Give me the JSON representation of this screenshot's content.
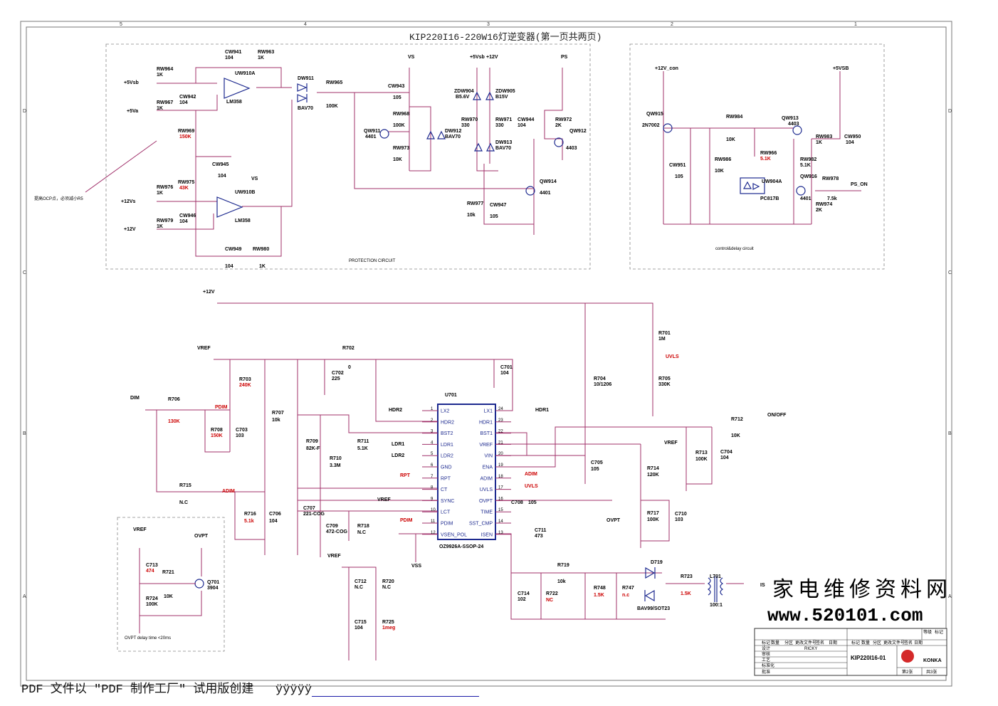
{
  "title": "KIP220I16-220W16灯逆变器(第一页共两页)",
  "border_cols": [
    "5",
    "4",
    "3",
    "2",
    "1"
  ],
  "border_rows": [
    "D",
    "C",
    "B",
    "A"
  ],
  "sections": {
    "protection": "PROTECTION CIRCUIT",
    "control": "control&delay circuit",
    "ovpt": "OVPT delay time <20ms"
  },
  "note": "提高OCP点，必须减小R5",
  "protection_labels": {
    "cw941": "CW941",
    "cw941v": "104",
    "rw963": "RW963",
    "rw963v": "1K",
    "rw964": "RW964",
    "rw964v": "1K",
    "p5vsb": "+5Vsb",
    "uw910a": "UW910A",
    "cw942": "CW942",
    "cw942v": "104",
    "rw967": "RW967",
    "rw967v": "1K",
    "p5va": "+5Va",
    "lm358a": "LM358",
    "rw969": "RW969",
    "rw969v": "150K",
    "cw945": "CW945",
    "cw945v": "104",
    "vs": "VS",
    "uw910b": "UW910B",
    "rw975": "RW975",
    "rw975v": "43K",
    "rw976": "RW976",
    "rw976v": "1K",
    "p12vs": "+12Vs",
    "cw946": "CW946",
    "cw946v": "104",
    "rw979": "RW979",
    "rw979v": "1K",
    "p12v": "+12V",
    "lm358b": "LM358",
    "cw949": "CW949",
    "cw949v": "104",
    "rw980": "RW980",
    "rw980v": "1K",
    "dw911": "DW911",
    "bav70a": "BAV70",
    "rw965": "RW965",
    "rw965v": "100K",
    "cw943": "CW943",
    "cw943v": "105",
    "vs2": "VS",
    "rw968": "RW968",
    "rw968v": "100K",
    "qw911": "QW911",
    "qw911v": "4401",
    "dw912": "DW912",
    "bav70b": "BAV70",
    "rw973": "RW973",
    "rw973v": "10K",
    "p5vsb2": "+5Vsb",
    "p12v2": "+12V",
    "zdw904": "ZDW904",
    "b56v": "B5.6V",
    "zdw905": "ZDW905",
    "b15v": "B15V",
    "rw970": "RW970",
    "rw970v": "330",
    "rw971": "RW971",
    "rw971v": "330",
    "dw913": "DW913",
    "bav70c": "BAV70",
    "ps": "PS",
    "cw944": "CW944",
    "cw944v": "104",
    "rw972": "RW972",
    "rw972v": "2K",
    "qw912": "QW912",
    "qw912v": "4403",
    "qw914": "QW914",
    "qw914v": "4401",
    "rw977": "RW977",
    "rw977v": "10k",
    "cw947": "CW947",
    "cw947v": "105"
  },
  "control_labels": {
    "p12vcon": "+12V_con",
    "p5vsb3": "+5VSB",
    "qw915": "QW915",
    "n7002": "2N7002",
    "rw984": "RW984",
    "rw984v": "10K",
    "qw913": "QW913",
    "qw913v": "4403",
    "rw983": "RW983",
    "rw983v": "1K",
    "cw950": "CW950",
    "cw950v": "104",
    "cw951": "CW951",
    "cw951v": "105",
    "rw986": "RW986",
    "rw986v": "10K",
    "rw966": "RW966",
    "rw966v": "5.1K",
    "rw982": "RW982",
    "rw982v": "5.1K",
    "uw904a": "UW904A",
    "pc817b": "PC817B",
    "qw916": "QW916",
    "qw916v": "4401",
    "rw978": "RW978",
    "rw978v": "7.5k",
    "pson": "PS_ON",
    "rw974": "RW974",
    "rw974v": "2K"
  },
  "main_labels": {
    "p12v": "+12V",
    "r701": "R701",
    "r701v": "1M",
    "uvls": "UVLS",
    "r705": "R705",
    "r705v": "330K",
    "vref": "VREF",
    "r702": "R702",
    "r702v": "0",
    "c701": "C701",
    "c701v": "104",
    "r703": "R703",
    "r703v": "240K",
    "c702": "C702",
    "c702v": "225",
    "r704": "R704",
    "r704v": "10/1206",
    "u701": "U701",
    "dim": "DIM",
    "r706": "R706",
    "r706v": "130K",
    "pdim": "PDIM",
    "r708": "R708",
    "r708v": "150K",
    "c703": "C703",
    "c703v": "103",
    "r707": "R707",
    "r707v": "10k",
    "hdr2": "HDR2",
    "hdr1": "HDR1",
    "r709": "R709",
    "r709v": "82K-F",
    "r710": "R710",
    "r710v": "3.3M",
    "r711": "R711",
    "r711v": "5.1K",
    "ldr1": "LDR1",
    "ldr2": "LDR2",
    "rpt": "RPT",
    "r712": "R712",
    "r712v": "10K",
    "onoff": "ON/OFF",
    "r713": "R713",
    "r713v": "100K",
    "c704": "C704",
    "c704v": "104",
    "vref2": "VREF",
    "c705": "C705",
    "c705v": "105",
    "r714": "R714",
    "r714v": "120K",
    "adim": "ADIM",
    "uvls2": "UVLS",
    "r715": "R715",
    "r715v": "N.C",
    "adim2": "ADIM",
    "vref3": "VREF",
    "c708": "C708",
    "c708v": "105",
    "ovpt": "OVPT",
    "r716": "R716",
    "r716v": "5.1k",
    "c706": "C706",
    "c706v": "104",
    "c707": "C707",
    "c707v": "221-COG",
    "c709": "C709",
    "c709v": "472-COG",
    "r718": "R718",
    "r718v": "N.C",
    "pdim2": "PDIM",
    "r717": "R717",
    "r717v": "100K",
    "c710": "C710",
    "c710v": "103",
    "c711": "C711",
    "c711v": "473",
    "chip": "OZ9926A-SSOP-24",
    "vss": "VSS",
    "vref4": "VREF",
    "c712": "C712",
    "c712v": "N.C",
    "r720": "R720",
    "r720v": "N.C",
    "r719": "R719",
    "r719v": "10k",
    "d719": "D719",
    "r723": "R723",
    "r723v": "1.5K",
    "l701": "L701",
    "is": "IS",
    "c714": "C714",
    "c714v": "102",
    "r722": "R722",
    "r722v": "NC",
    "r748": "R748",
    "r748v": "1.5K",
    "r747": "R747",
    "r747v": "n.c",
    "bav99": "BAV99/SOT23",
    "ratio": "100:1",
    "c715": "C715",
    "c715v": "104",
    "r725": "R725",
    "r725v": "1meg"
  },
  "ovpt_labels": {
    "vref": "VREF",
    "ovpt": "OVPT",
    "c713": "C713",
    "c713v": "474",
    "r721": "R721",
    "r721v": "10K",
    "q701": "Q701",
    "q701v": "3904",
    "r724": "R724",
    "r724v": "100K"
  },
  "chip_pins_left": [
    {
      "n": "1",
      "name": "LX2"
    },
    {
      "n": "2",
      "name": "HDR2"
    },
    {
      "n": "3",
      "name": "BST2"
    },
    {
      "n": "4",
      "name": "LDR1"
    },
    {
      "n": "5",
      "name": "LDR2"
    },
    {
      "n": "6",
      "name": "GND"
    },
    {
      "n": "7",
      "name": "RPT"
    },
    {
      "n": "8",
      "name": "CT"
    },
    {
      "n": "9",
      "name": "SYNC"
    },
    {
      "n": "10",
      "name": "LCT"
    },
    {
      "n": "11",
      "name": "PDIM"
    },
    {
      "n": "12",
      "name": "VSEN_POL"
    }
  ],
  "chip_pins_right": [
    {
      "n": "24",
      "name": "LX1"
    },
    {
      "n": "23",
      "name": "HDR1"
    },
    {
      "n": "22",
      "name": "BST1"
    },
    {
      "n": "21",
      "name": "VREF"
    },
    {
      "n": "20",
      "name": "VIN"
    },
    {
      "n": "19",
      "name": "ENA"
    },
    {
      "n": "18",
      "name": "ADIM"
    },
    {
      "n": "17",
      "name": "UVLS"
    },
    {
      "n": "16",
      "name": "OVPT"
    },
    {
      "n": "15",
      "name": "TIME"
    },
    {
      "n": "14",
      "name": "SST_CMP"
    },
    {
      "n": "13",
      "name": "ISEN"
    }
  ],
  "watermark": {
    "line1": "家电维修资料网",
    "line2": "www.520101.com"
  },
  "title_block": {
    "designer": "RICKY",
    "drawing_no": "KIP220I16-01",
    "brand": "KONKA",
    "page": "第2张",
    "total": "共3张",
    "h1": "标记",
    "h2": "数量",
    "h3": "分区",
    "h4": "更改文件号",
    "h5": "签名",
    "h6": "日期",
    "r1": "设计",
    "r2": "审核",
    "r3": "工艺",
    "r4": "标准化",
    "r5": "批准",
    "grade": "等级",
    "mark": "标记"
  },
  "footer": {
    "text": "PDF 文件以 \"PDF 制作工厂\" 试用版创建",
    "mark": "ÿÿÿÿÿ"
  }
}
